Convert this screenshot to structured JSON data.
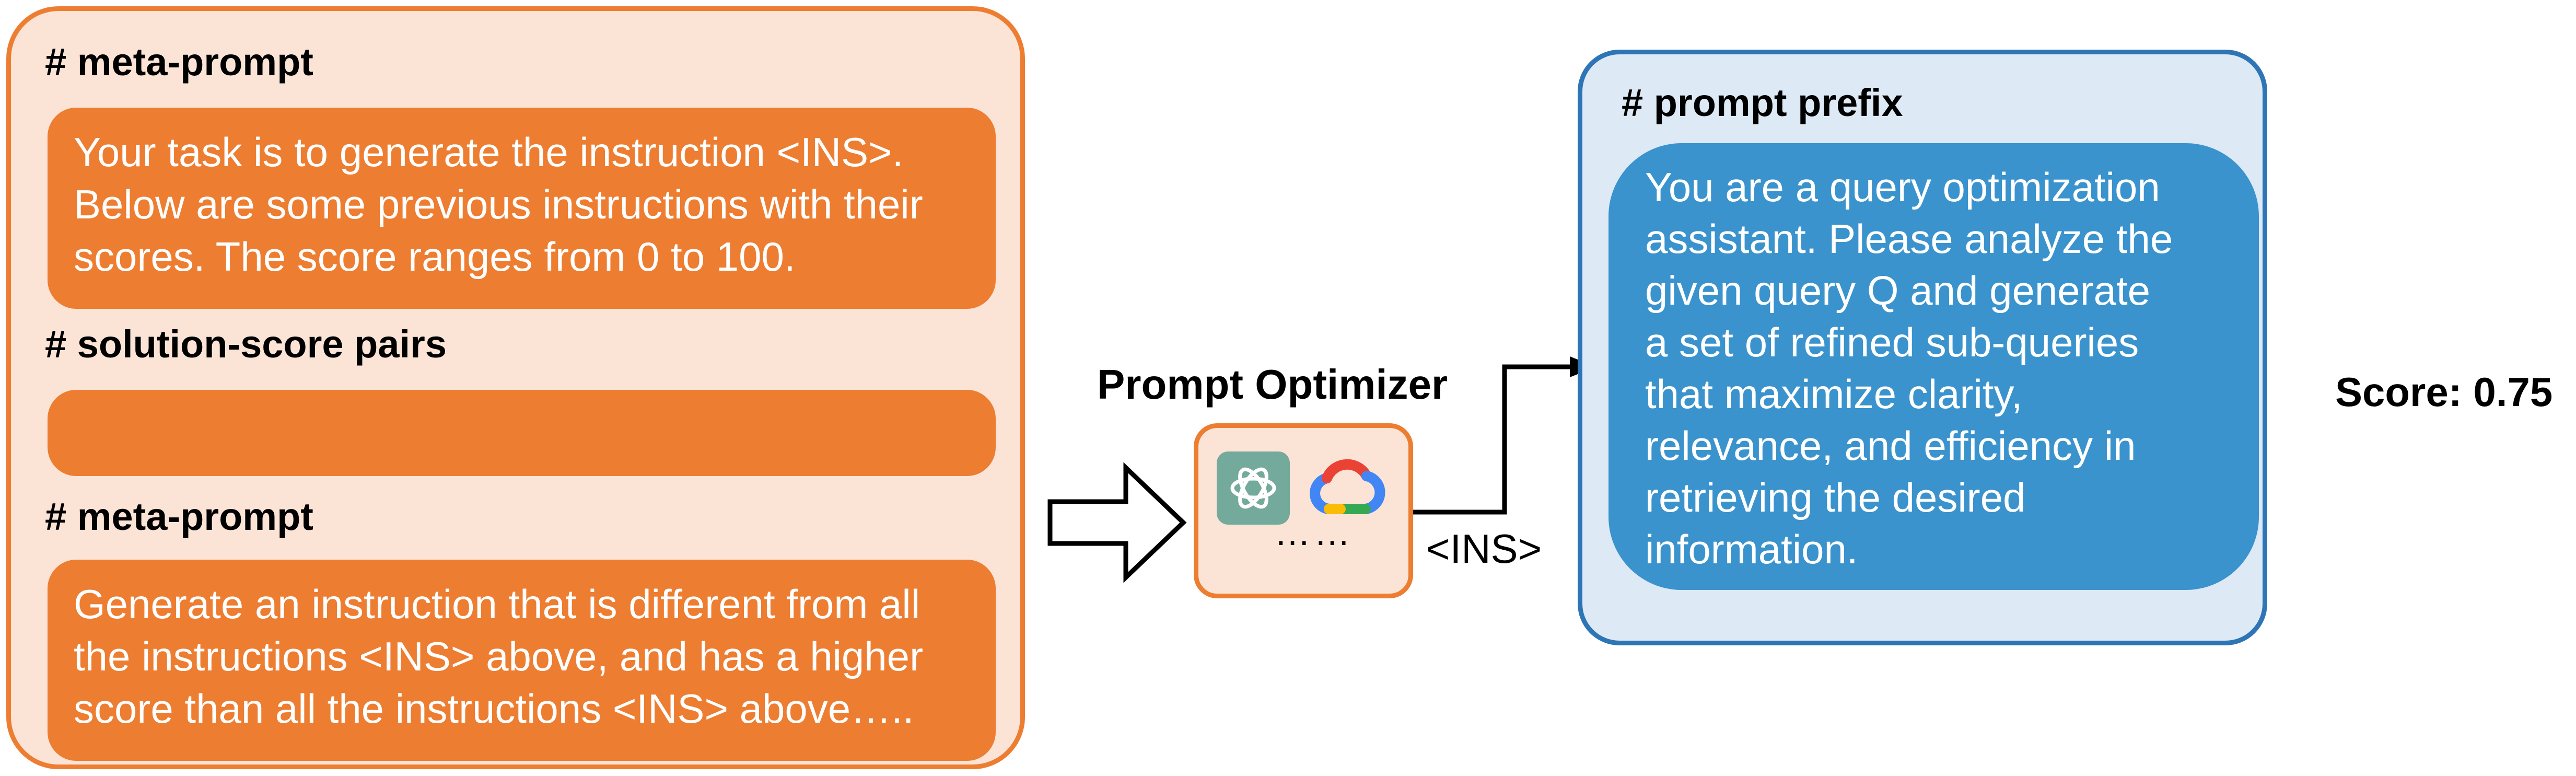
{
  "left_panel": {
    "heading_1": "# meta-prompt",
    "box_1_text": "Your task is to generate the instruction <INS>.\nBelow are some previous instructions with their\nscores. The score ranges from 0 to 100.",
    "heading_2": "# solution-score pairs",
    "heading_3": "# meta-prompt",
    "box_3_text": "Generate an instruction that is different from all\nthe instructions <INS> above, and has a higher\nscore than all the instructions <INS> above….."
  },
  "optimizer": {
    "title": "Prompt Optimizer",
    "icons": [
      "chatgpt-icon",
      "google-cloud-icon"
    ],
    "ellipsis": "……",
    "output_label": "<INS>"
  },
  "right_panel": {
    "heading": "# prompt prefix",
    "text": "You are a query optimization\nassistant. Please analyze the\ngiven query Q and generate\na set of refined sub-queries\nthat maximize clarity,\nrelevance, and efficiency in\nretrieving the desired\ninformation."
  },
  "score": "Score: 0.75",
  "colors": {
    "orange": "#ed7d31",
    "light_orange": "#fbe4d6",
    "blue": "#2e75b6",
    "box_blue": "#3a93cd",
    "light_blue": "#dee9f6"
  }
}
